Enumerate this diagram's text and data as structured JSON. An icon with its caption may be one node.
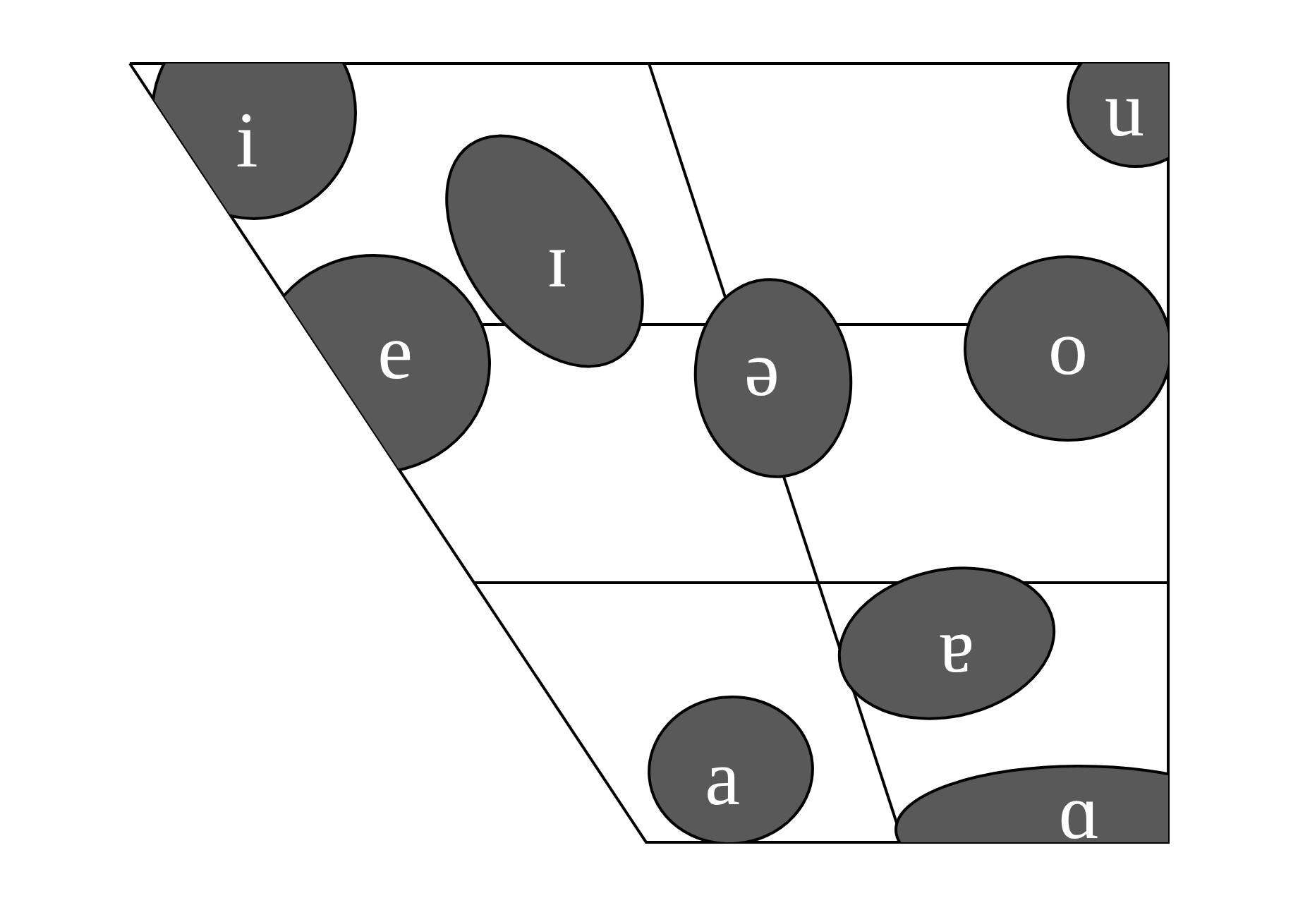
{
  "diagram": {
    "nodes": [
      {
        "text": [
          "i"
        ]
      },
      {
        "text": [
          "u"
        ]
      },
      {
        "text": [
          "ɪ"
        ]
      },
      {
        "text": [
          "e"
        ]
      },
      {
        "text": [
          "ə"
        ]
      },
      {
        "text": [
          "o"
        ]
      },
      {
        "text": [
          "ɐ"
        ]
      },
      {
        "text": [
          "a"
        ]
      },
      {
        "text": [
          "ɑ"
        ]
      }
    ]
  }
}
